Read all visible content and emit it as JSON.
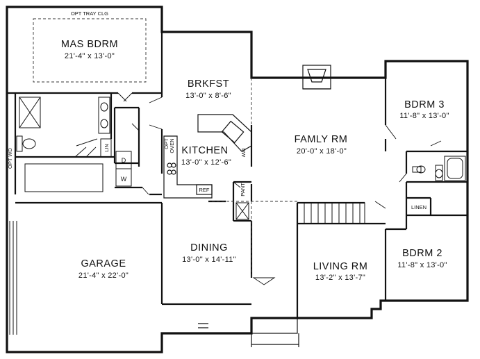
{
  "rooms": {
    "mas_bdrm": {
      "name": "MAS BDRM",
      "dim": "21'-4\" x 13'-0\""
    },
    "brkfst": {
      "name": "BRKFST",
      "dim": "13'-0\" x 8'-6\""
    },
    "kitchen": {
      "name": "KITCHEN",
      "dim": "13'-0\" x 12'-6\""
    },
    "famly_rm": {
      "name": "FAMLY RM",
      "dim": "20'-0\" x 18'-0\""
    },
    "bdrm_3": {
      "name": "BDRM 3",
      "dim": "11'-8\" x 13'-0\""
    },
    "bdrm_2": {
      "name": "BDRM 2",
      "dim": "11'-8\" x 13'-0\""
    },
    "garage": {
      "name": "GARAGE",
      "dim": "21'-4\" x 22'-0\""
    },
    "dining": {
      "name": "DINING",
      "dim": "13'-0\" x 14'-11\""
    },
    "living_rm": {
      "name": "LIVING RM",
      "dim": "13'-2\" x 13'-7\""
    }
  },
  "notes": {
    "opt_tray_clg": "OPT TRAY CLG",
    "opt_wd": "OPT WD",
    "lin": "LIN",
    "d": "D",
    "w": "W",
    "opt": "OPT",
    "oven": "OVEN",
    "dw": "DW",
    "ref": "REF",
    "pant": "PANT",
    "linen": "LINEN"
  }
}
